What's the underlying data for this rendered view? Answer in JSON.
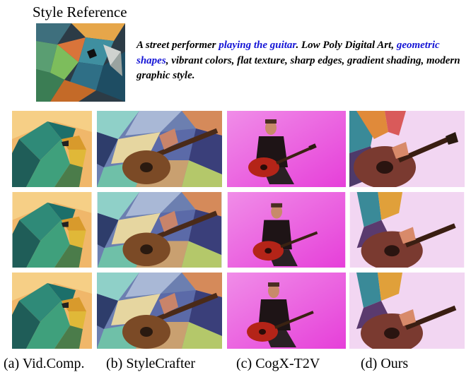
{
  "style_reference": {
    "title": "Style Reference",
    "image_name": "parrot-lowpoly-reference"
  },
  "prompt": {
    "part1": "A street performer ",
    "highlight1": "playing the guitar",
    "part2": ". Low Poly Digital Art, ",
    "highlight2": "geometric shapes",
    "part3": ", vibrant colors, flat texture, sharp edges, gradient shading, modern graphic style."
  },
  "colors": {
    "highlight": "#1515d6",
    "ours_bg": "#f2d6f2",
    "cogx_bg": "#ee4fe6"
  },
  "columns": [
    {
      "caption": "(a) Vid.Comp.",
      "content": "low-poly parrot head"
    },
    {
      "caption": "(b) StyleCrafter",
      "content": "low-poly guitar close-up"
    },
    {
      "caption": "(c) CogX-T2V",
      "content": "man playing red guitar on pink"
    },
    {
      "caption": "(d) Ours",
      "content": "low-poly guitarist close-up"
    }
  ],
  "rows": 3
}
